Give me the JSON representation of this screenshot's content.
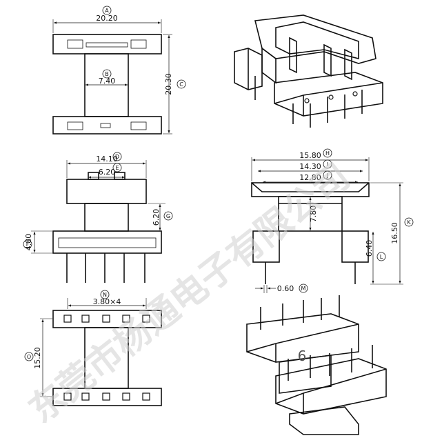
{
  "watermark": "东莞市杨通电子有限公司",
  "page_number": "6",
  "dimensions": {
    "A": {
      "letter": "A",
      "value": "20.20"
    },
    "B": {
      "letter": "B",
      "value": "7.40"
    },
    "C": {
      "letter": "C",
      "value": "20.30"
    },
    "D": {
      "letter": "D",
      "value": "14.10"
    },
    "E": {
      "letter": "E",
      "value": "6.20"
    },
    "F": {
      "letter": "F",
      "value": "4.80"
    },
    "G": {
      "letter": "G",
      "value": "6.20"
    },
    "H": {
      "letter": "H",
      "value": "15.80"
    },
    "I": {
      "letter": "I",
      "value": "14.30"
    },
    "J": {
      "letter": "J",
      "value": "12.80"
    },
    "K": {
      "letter": "K",
      "value": "16.50"
    },
    "L": {
      "letter": "L",
      "value": "6.40"
    },
    "M": {
      "letter": "M",
      "value": "0.60"
    },
    "N": {
      "letter": "N",
      "value": "3.80×4"
    },
    "O": {
      "letter": "O",
      "value": "15.20"
    },
    "P": {
      "value": "7.80"
    }
  }
}
